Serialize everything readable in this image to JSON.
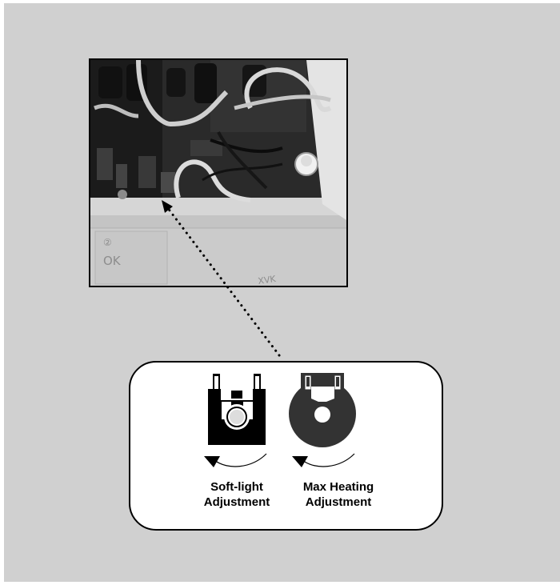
{
  "photo": {
    "marking_number": "②",
    "marking_ok": "OK",
    "marking_scribble": "XVK"
  },
  "callout": {
    "soft_light": {
      "line1": "Soft-light",
      "line2": "Adjustment"
    },
    "max_heating": {
      "line1": "Max Heating",
      "line2": "Adjustment"
    }
  },
  "colors": {
    "background_panel": "#d0d0d0",
    "callout_fill": "#ffffff",
    "outline": "#000000"
  },
  "icons": [
    "soft-light-potentiometer-icon",
    "max-heating-potentiometer-icon",
    "counterclockwise-arrow-icon"
  ]
}
